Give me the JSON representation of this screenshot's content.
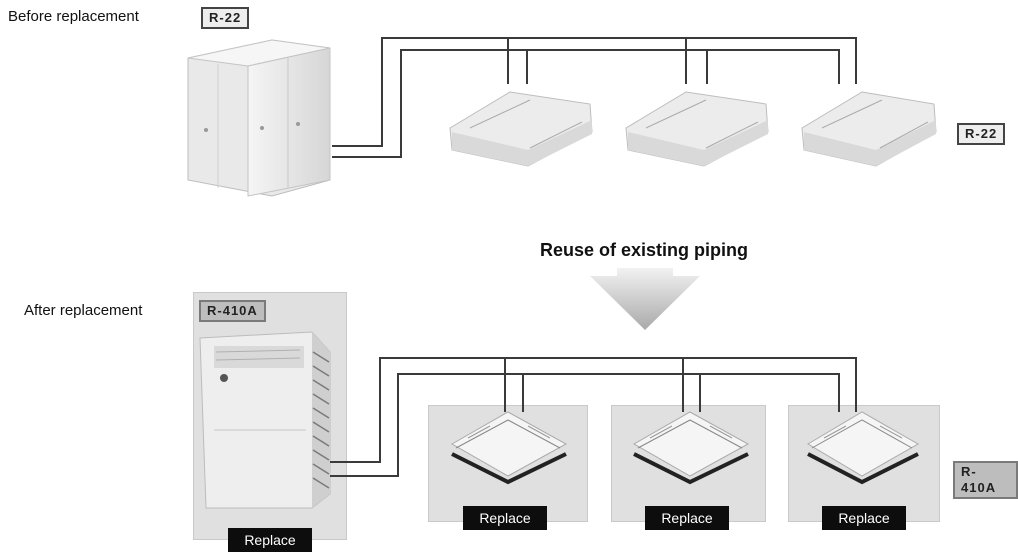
{
  "before": {
    "label": "Before replacement",
    "outdoor_tag": "R-22",
    "indoor_tag": "R-22"
  },
  "transition": {
    "heading": "Reuse of existing piping"
  },
  "after": {
    "label": "After replacement",
    "outdoor_tag": "R-410A",
    "indoor_tag": "R-410A",
    "replace_labels": [
      "Replace",
      "Replace",
      "Replace",
      "Replace"
    ]
  },
  "colors": {
    "pipe": "#3a3a3a",
    "panel": "#e0e0e0",
    "replace_bg": "#0d0d0d",
    "arrow": "#c8c8c8"
  }
}
